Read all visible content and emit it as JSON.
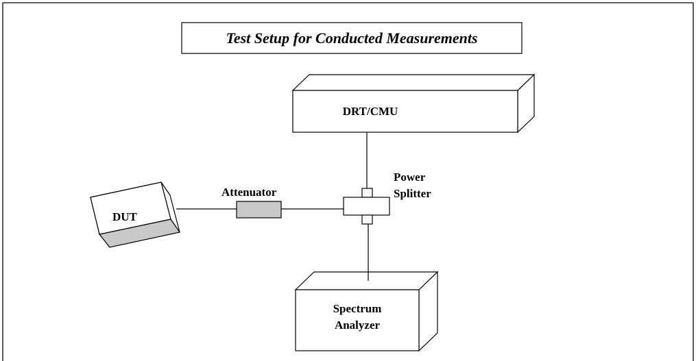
{
  "title": "Test Setup for Conducted Measurements",
  "devices": {
    "dut": "DUT",
    "attenuator": "Attenuator",
    "drt_cmu": "DRT/CMU",
    "power_splitter_line1": "Power",
    "power_splitter_line2": "Splitter",
    "spectrum_analyzer_line1": "Spectrum",
    "spectrum_analyzer_line2": "Analyzer"
  },
  "colors": {
    "line": "#000000",
    "shaded_fill": "#c8c8c8",
    "background": "#ffffff"
  }
}
